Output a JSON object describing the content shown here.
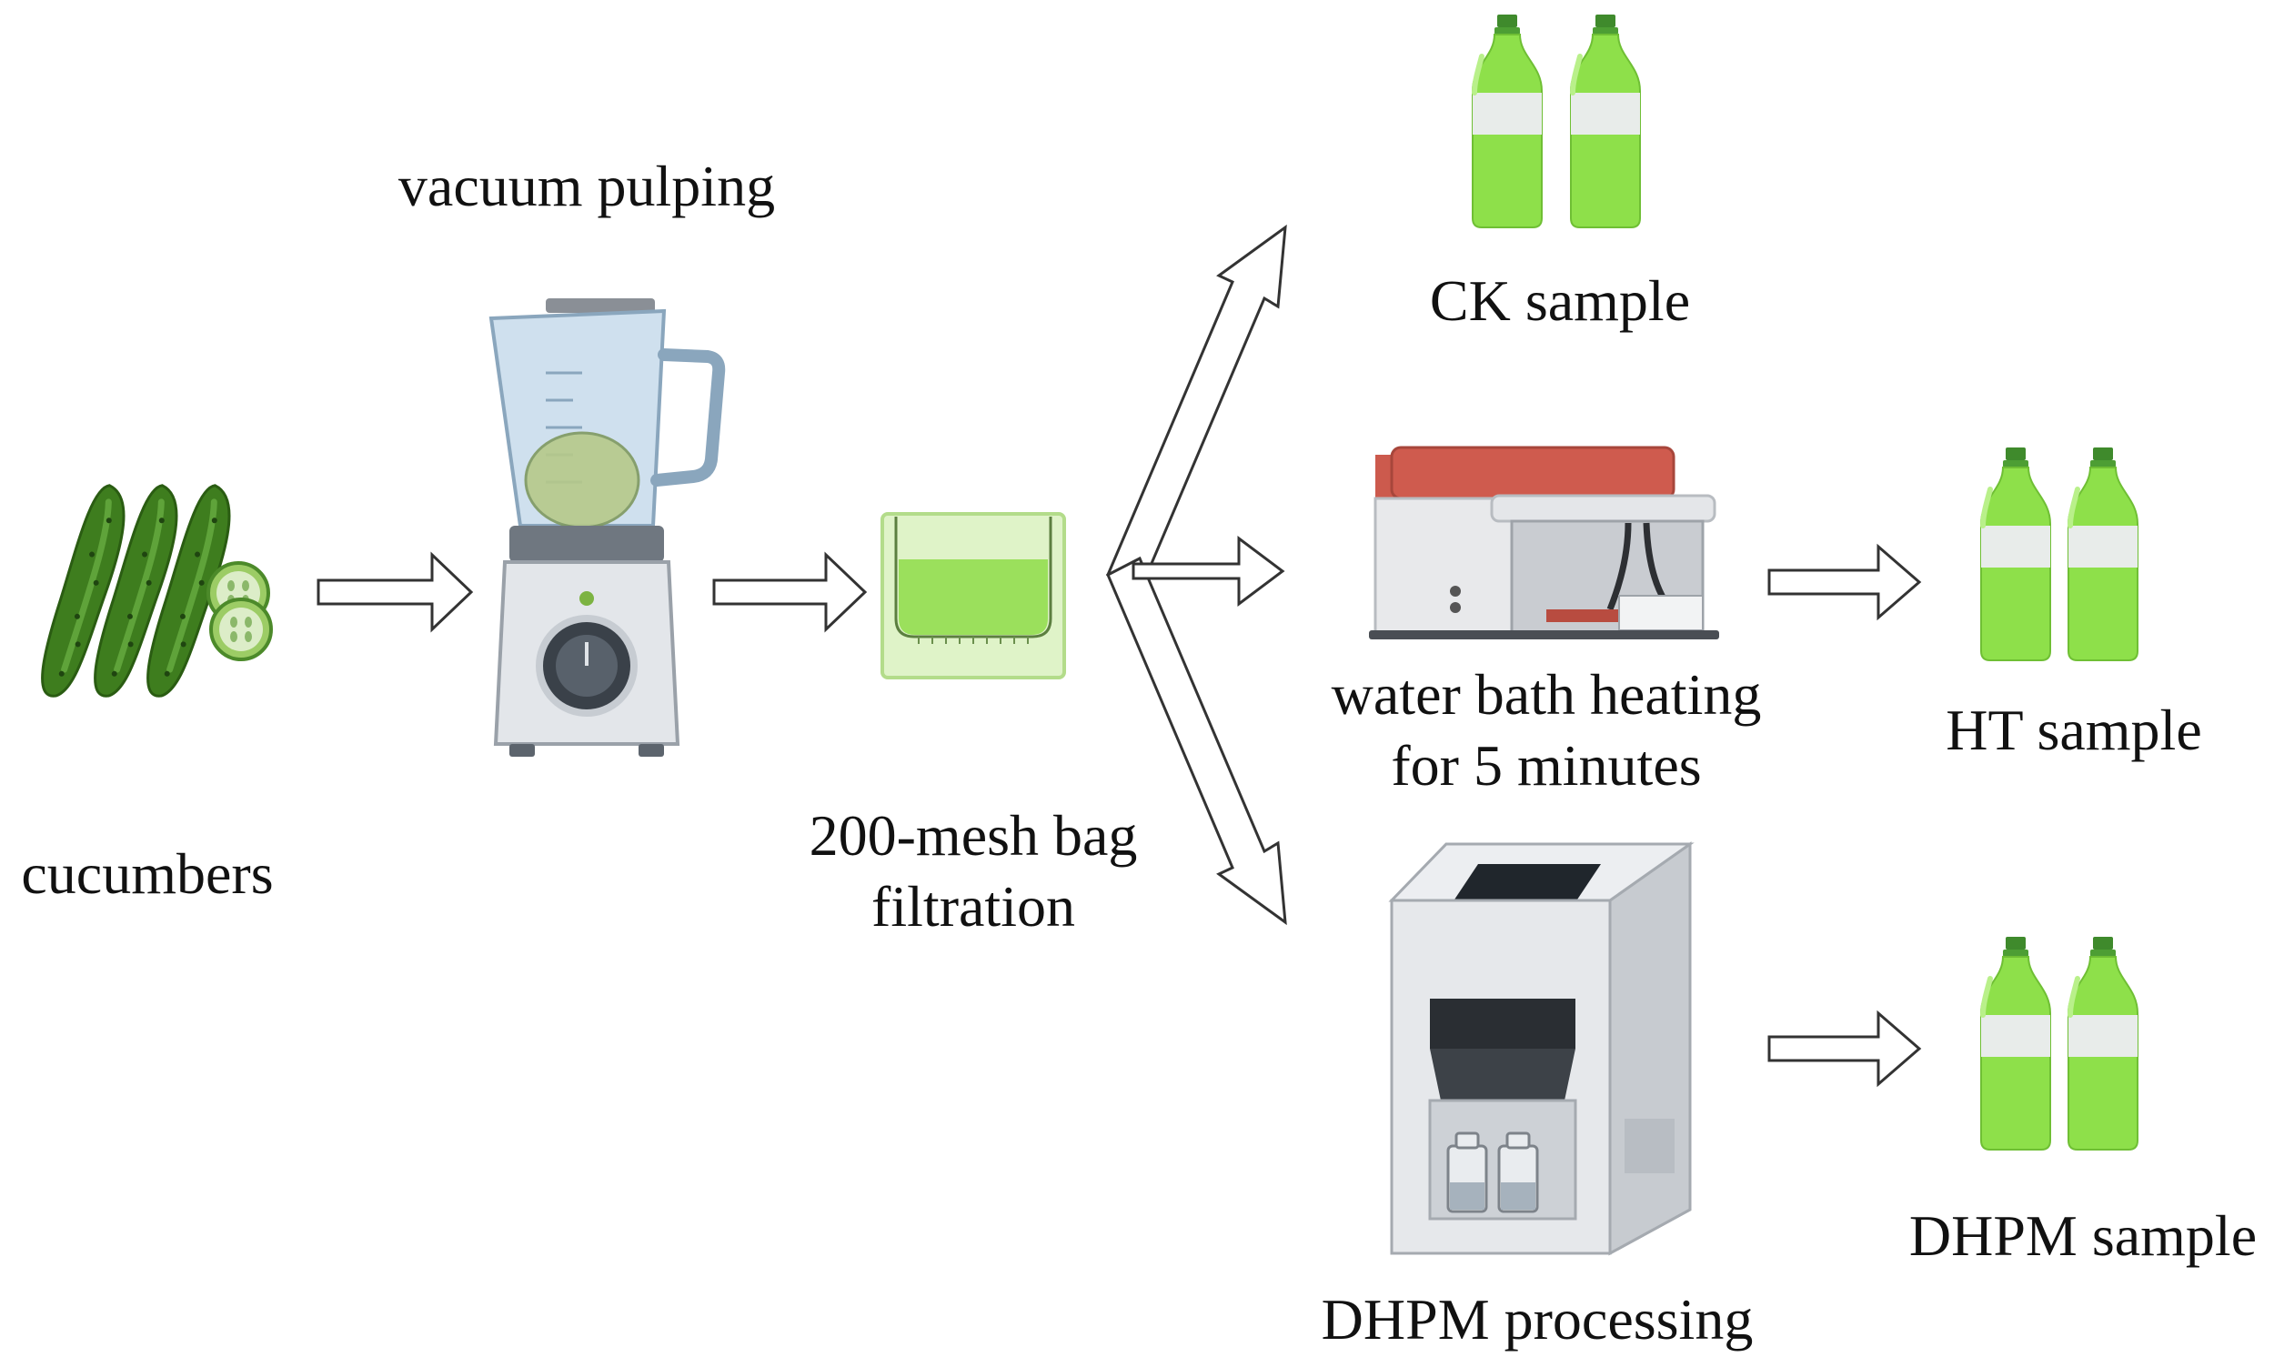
{
  "labels": {
    "cucumbers": "cucumbers",
    "vacuum_pulping": "vacuum pulping",
    "filtration_line1": "200-mesh bag",
    "filtration_line2": "filtration",
    "ck_sample": "CK sample",
    "water_bath_line1": "water bath heating",
    "water_bath_line2": "for 5 minutes",
    "ht_sample": "HT sample",
    "dhpm_processing": "DHPM processing",
    "dhpm_sample": "DHPM sample"
  },
  "icons": {
    "cucumbers": "cucumbers-icon",
    "blender": "blender-icon",
    "mesh_bag": "mesh-bag-icon",
    "bottle": "juice-bottle-icon",
    "water_bath": "water-bath-icon",
    "dhpm_machine": "dhpm-machine-icon",
    "arrow": "hollow-arrow-icon"
  },
  "colors": {
    "juice_green": "#8ee04a",
    "cucumber_green": "#3e7d1e",
    "bath_red": "#cf5b4e",
    "machine_gray": "#d6d9dd",
    "outline": "#2b2b2b"
  }
}
